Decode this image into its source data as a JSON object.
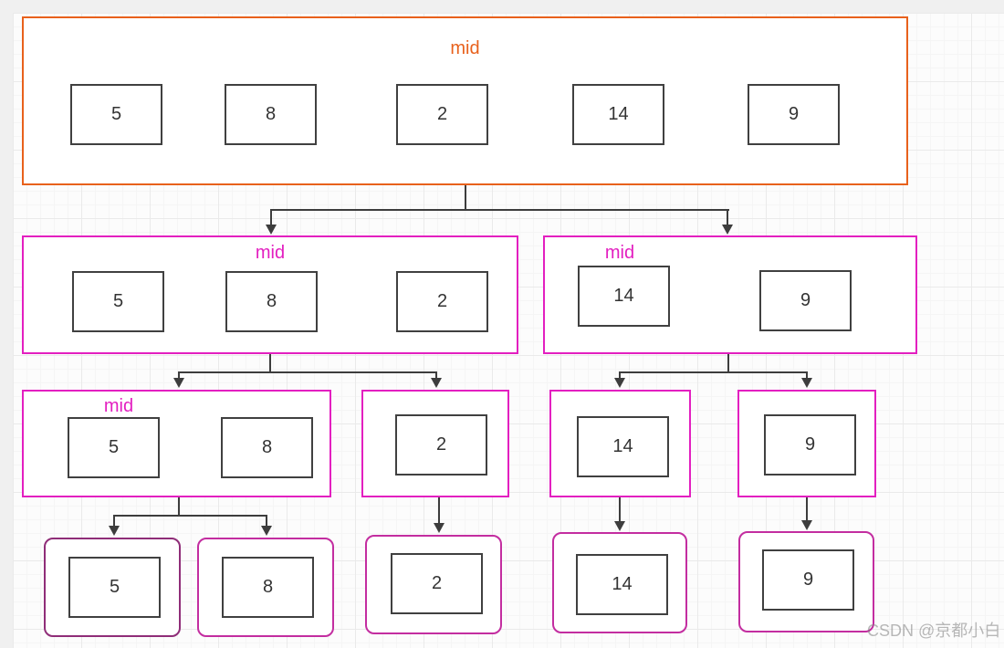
{
  "watermark": "CSDN @京都小白",
  "colors": {
    "level1_border": "#e8611c",
    "level23_border": "#e31fc0",
    "level4_border": "#c32da0",
    "level4_first_border": "#8f2d78",
    "value_box_border": "#404040",
    "connector": "#3d3d3d",
    "canvas_margin": "#f0f0f0",
    "grid_line": "#eaeaea"
  },
  "tree": {
    "level1": {
      "label": "mid",
      "values": [
        "5",
        "8",
        "2",
        "14",
        "9"
      ]
    },
    "level2_left": {
      "label": "mid",
      "values": [
        "5",
        "8",
        "2"
      ]
    },
    "level2_right": {
      "label": "mid",
      "values": [
        "14",
        "9"
      ]
    },
    "level3_group": {
      "label": "mid",
      "values": [
        "5",
        "8"
      ]
    },
    "level3_singles": [
      "2",
      "14",
      "9"
    ],
    "level4": [
      "5",
      "8",
      "2",
      "14",
      "9"
    ]
  }
}
